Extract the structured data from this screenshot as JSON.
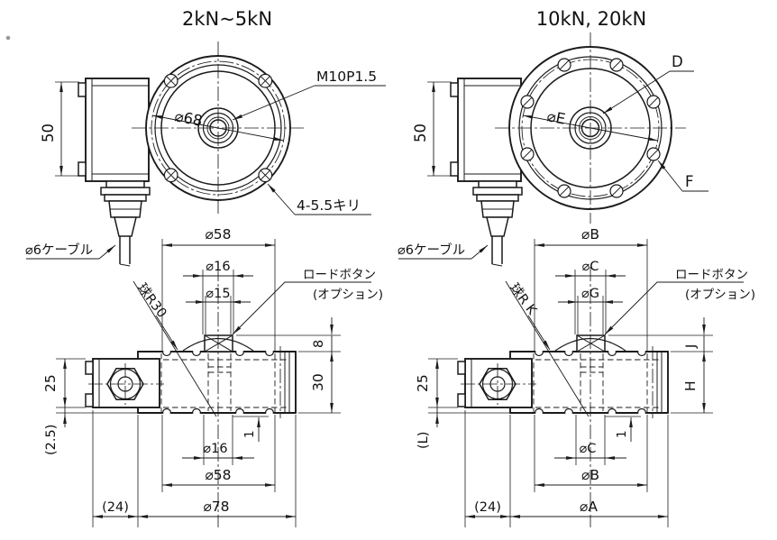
{
  "drawing": {
    "left": {
      "title": "2kN~5kN",
      "front": {
        "height": "50",
        "bolt_circle_dia": "⌀68",
        "thread_callout": "M10P1.5",
        "holes_callout": "4-5.5キリ",
        "cable_callout": "⌀6ケーブル"
      },
      "side": {
        "top_body_dia": "⌀58",
        "button_dia": "⌀16",
        "boss_dia": "⌀15",
        "load_button": "ロードボタン",
        "load_button_note": "(オプション)",
        "sphere_radius": "球R30",
        "button_height": "8",
        "body_height": "30",
        "connector_height": "25",
        "connector_offset": "(2.5)",
        "recess_depth": "1",
        "recess_dia": "⌀16",
        "bottom_body_dia": "⌀58",
        "connector_protrusion": "(24)",
        "flange_dia": "⌀78"
      }
    },
    "right": {
      "title": "10kN, 20kN",
      "front": {
        "height": "50",
        "bolt_circle_dia": "⌀E",
        "thread_callout": "D",
        "holes_callout": "F",
        "cable_callout": "⌀6ケーブル"
      },
      "side": {
        "top_body_dia": "⌀B",
        "button_dia": "⌀C",
        "boss_dia": "⌀G",
        "load_button": "ロードボタン",
        "load_button_note": "(オプション)",
        "sphere_radius": "球R K",
        "button_height": "J",
        "body_height": "H",
        "connector_height": "25",
        "connector_offset": "(L)",
        "recess_depth": "1",
        "recess_dia": "⌀C",
        "bottom_body_dia": "⌀B",
        "connector_protrusion": "(24)",
        "flange_dia": "⌀A"
      }
    }
  }
}
